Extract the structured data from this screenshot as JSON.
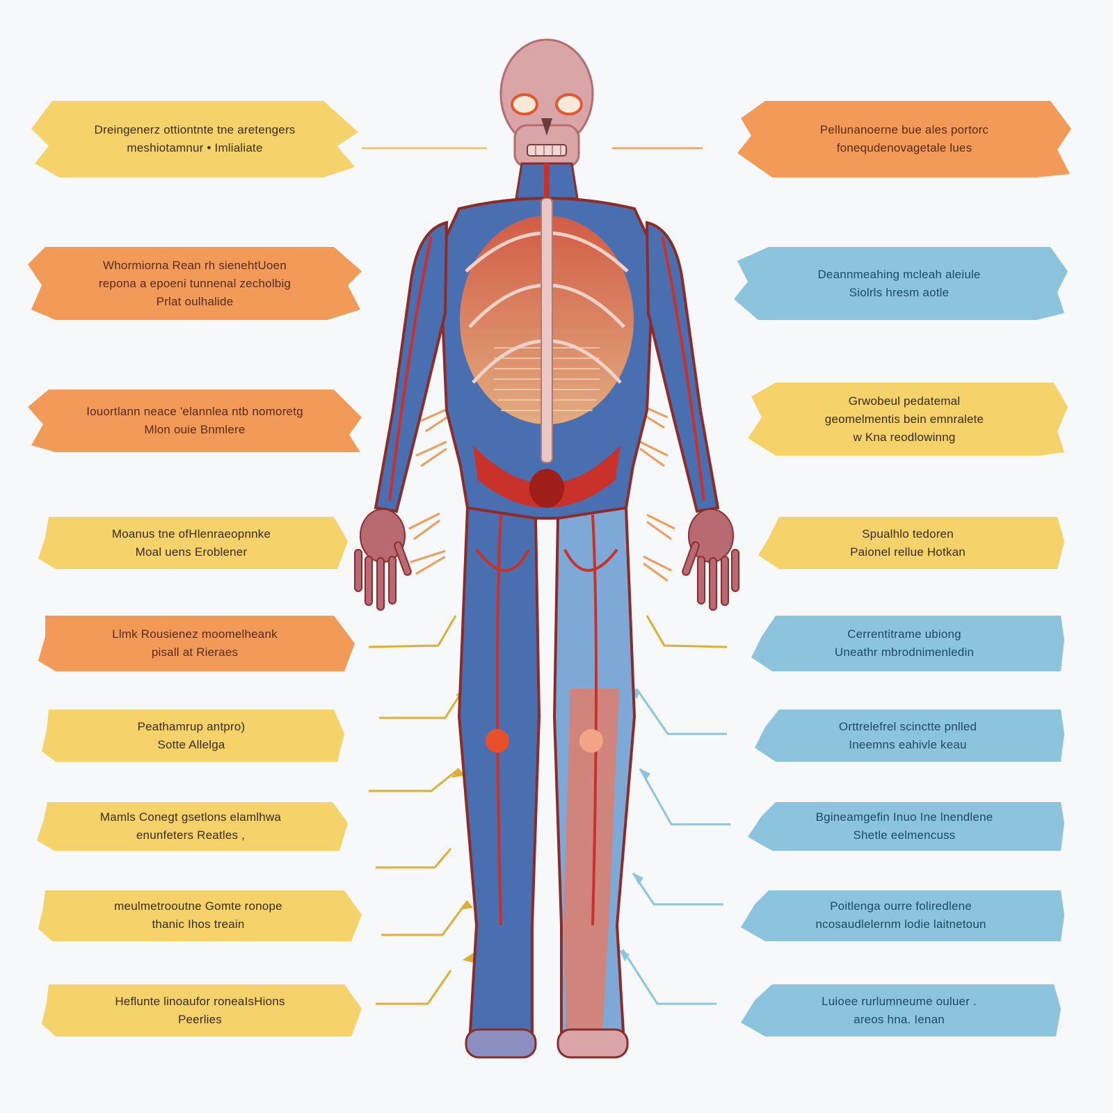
{
  "diagram": {
    "subject": "Human body circulatory and skeletal anatomy illustration",
    "colors": {
      "yellow": "#f5d36a",
      "orange": "#f29b58",
      "blue": "#8cc4de",
      "artery_red": "#c8322a",
      "vein_blue": "#4a6fb0",
      "bone": "#e8c7c4",
      "background": "#f7f8fa"
    },
    "left_labels": [
      {
        "color": "yellow",
        "lines": [
          "Dreingenerz ottiontnte tne aretengers",
          "meshiotamnur • Imlialiate"
        ]
      },
      {
        "color": "orange",
        "lines": [
          "Whormiorna Rean rh sienehtUoen",
          "repona a epoeni tunnenal zecholbig",
          "Prlat oulhalide"
        ]
      },
      {
        "color": "orange",
        "lines": [
          "Iouortlann neace 'elannlea ntb nomoretg",
          "Mlon ouie Bnmlere"
        ]
      },
      {
        "color": "yellow",
        "lines": [
          "Moanus tne ofHlenraeopnnke",
          "Moal uens Eroblener"
        ]
      },
      {
        "color": "orange",
        "lines": [
          "Llmk Rousienez moomelheank",
          "pisall at Rieraes"
        ]
      },
      {
        "color": "yellow",
        "lines": [
          "Peathamrup antpro)",
          "Sotte Allelga"
        ]
      },
      {
        "color": "yellow",
        "lines": [
          "Mamls Conegt gsetlons elamlhwa",
          "enunfeters Reatles ,"
        ]
      },
      {
        "color": "yellow",
        "lines": [
          "meulmetrooutne Gomte ronope",
          "thanic Ihos treain"
        ]
      },
      {
        "color": "yellow",
        "lines": [
          "Heflunte linoaufor roneaIsHions",
          "Peerlies"
        ]
      }
    ],
    "right_labels": [
      {
        "color": "orange",
        "lines": [
          "Pellunanoerne bue ales portorc",
          "fonequdenovagetale lues"
        ]
      },
      {
        "color": "blue",
        "lines": [
          "Deannmeahing mcleah aleiule",
          "Siolrls hresm aotle"
        ]
      },
      {
        "color": "yellow",
        "lines": [
          "Grwobeul pedatemal",
          "geomelmentis bein emnralete",
          "w Kna reodlowinng"
        ]
      },
      {
        "color": "yellow",
        "lines": [
          "Spualhlo tedoren",
          "Paionel rellue Hotkan"
        ]
      },
      {
        "color": "blue",
        "lines": [
          "Cerrentitrame ubiong",
          "Uneathr mbrodnimenledin"
        ]
      },
      {
        "color": "blue",
        "lines": [
          "Orttrelefrel scinctte pnlled",
          "Ineemns eahivle keau"
        ]
      },
      {
        "color": "blue",
        "lines": [
          "Bgineamgefin Inuo Ine lnendlene",
          "Shetle eelmencuss"
        ]
      },
      {
        "color": "blue",
        "lines": [
          "Poitlenga ourre foliredlene",
          "ncosaudlelernm lodie laitnetoun"
        ]
      },
      {
        "color": "blue",
        "lines": [
          "Luioee rurlumneume ouluer .",
          "areos hna. Ienan"
        ]
      }
    ]
  }
}
